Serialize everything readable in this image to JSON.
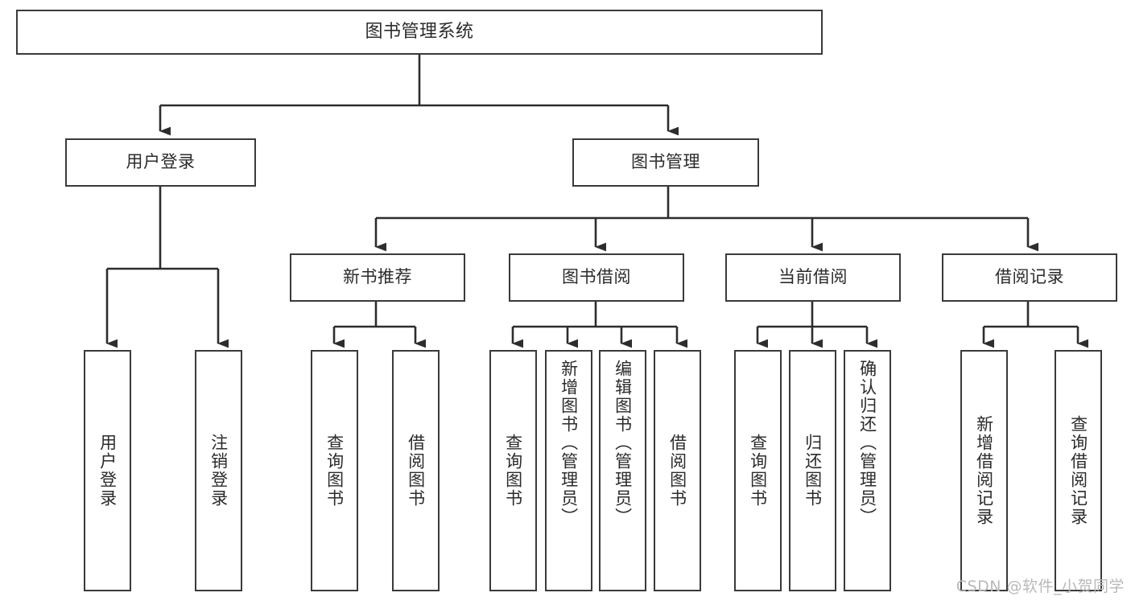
{
  "diagram": {
    "title": "图书管理系统",
    "type": "tree",
    "orientation": "top-down",
    "colors": {
      "box_border": "#3a3a3a",
      "box_fill": "#ffffff",
      "edge": "#2d2d2d",
      "text": "#2b2b2b",
      "watermark": "#b9b9b9",
      "background": "#ffffff"
    }
  },
  "watermark": {
    "text": "CSDN @软件_小贺同学"
  },
  "nodes": {
    "root": {
      "label": "图书管理系统"
    },
    "level1": [
      {
        "id": "user-login",
        "label": "用户登录"
      },
      {
        "id": "book-manage",
        "label": "图书管理"
      }
    ],
    "level2": [
      {
        "id": "new-book-recommend",
        "label": "新书推荐"
      },
      {
        "id": "book-borrow",
        "label": "图书借阅"
      },
      {
        "id": "current-borrow",
        "label": "当前借阅"
      },
      {
        "id": "borrow-record",
        "label": "借阅记录"
      }
    ],
    "leaves": {
      "user_login": [
        {
          "id": "leaf-user-login",
          "label": "用户登录"
        },
        {
          "id": "leaf-logout-login",
          "label": "注销登录"
        }
      ],
      "new_book_recommend": [
        {
          "id": "leaf-query-book-1",
          "label": "查询图书"
        },
        {
          "id": "leaf-borrow-book-1",
          "label": "借阅图书"
        }
      ],
      "book_borrow": [
        {
          "id": "leaf-query-book-2",
          "label": "查询图书"
        },
        {
          "id": "leaf-add-book",
          "label": "新增图书（管理员）"
        },
        {
          "id": "leaf-edit-book",
          "label": "编辑图书（管理员）"
        },
        {
          "id": "leaf-borrow-book-2",
          "label": "借阅图书"
        }
      ],
      "current_borrow": [
        {
          "id": "leaf-query-book-3",
          "label": "查询图书"
        },
        {
          "id": "leaf-return-book",
          "label": "归还图书"
        },
        {
          "id": "leaf-confirm-return",
          "label": "确认归还（管理员）"
        }
      ],
      "borrow_record": [
        {
          "id": "leaf-add-record",
          "label": "新增借阅记录"
        },
        {
          "id": "leaf-query-record",
          "label": "查询借阅记录"
        }
      ]
    }
  }
}
